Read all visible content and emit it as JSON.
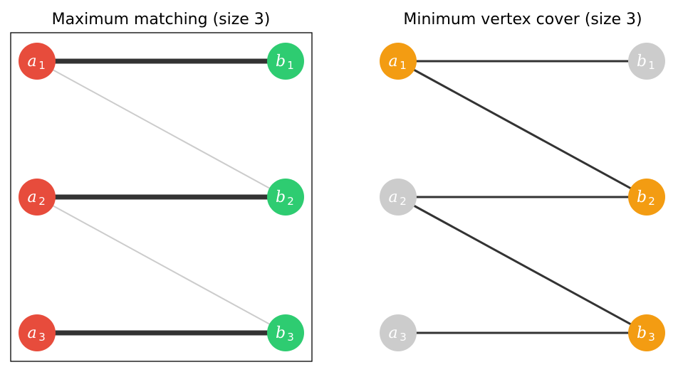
{
  "panels": [
    {
      "title": "Maximum matching (size 3)",
      "frame": true,
      "nodes": [
        {
          "id": "a1",
          "letter": "a",
          "sub": "1",
          "color": "#e74c3c"
        },
        {
          "id": "a2",
          "letter": "a",
          "sub": "2",
          "color": "#e74c3c"
        },
        {
          "id": "a3",
          "letter": "a",
          "sub": "3",
          "color": "#e74c3c"
        },
        {
          "id": "b1",
          "letter": "b",
          "sub": "1",
          "color": "#2ecc71"
        },
        {
          "id": "b2",
          "letter": "b",
          "sub": "2",
          "color": "#2ecc71"
        },
        {
          "id": "b3",
          "letter": "b",
          "sub": "3",
          "color": "#2ecc71"
        }
      ],
      "edges": [
        {
          "from": "a1",
          "to": "b1",
          "style": "matched"
        },
        {
          "from": "a2",
          "to": "b2",
          "style": "matched"
        },
        {
          "from": "a3",
          "to": "b3",
          "style": "matched"
        },
        {
          "from": "a1",
          "to": "b2",
          "style": "unmatched"
        },
        {
          "from": "a2",
          "to": "b3",
          "style": "unmatched"
        }
      ]
    },
    {
      "title": "Minimum vertex cover (size 3)",
      "frame": false,
      "nodes": [
        {
          "id": "a1",
          "letter": "a",
          "sub": "1",
          "color": "#f39c12"
        },
        {
          "id": "a2",
          "letter": "a",
          "sub": "2",
          "color": "#cccccc"
        },
        {
          "id": "a3",
          "letter": "a",
          "sub": "3",
          "color": "#cccccc"
        },
        {
          "id": "b1",
          "letter": "b",
          "sub": "1",
          "color": "#cccccc"
        },
        {
          "id": "b2",
          "letter": "b",
          "sub": "2",
          "color": "#f39c12"
        },
        {
          "id": "b3",
          "letter": "b",
          "sub": "3",
          "color": "#f39c12"
        }
      ],
      "edges": [
        {
          "from": "a1",
          "to": "b1",
          "style": "plain"
        },
        {
          "from": "a1",
          "to": "b2",
          "style": "plain"
        },
        {
          "from": "a2",
          "to": "b2",
          "style": "plain"
        },
        {
          "from": "a2",
          "to": "b3",
          "style": "plain"
        },
        {
          "from": "a3",
          "to": "b3",
          "style": "plain"
        }
      ]
    }
  ],
  "edge_colors": {
    "matched": "#333333",
    "unmatched": "#cccccc",
    "plain": "#333333"
  }
}
